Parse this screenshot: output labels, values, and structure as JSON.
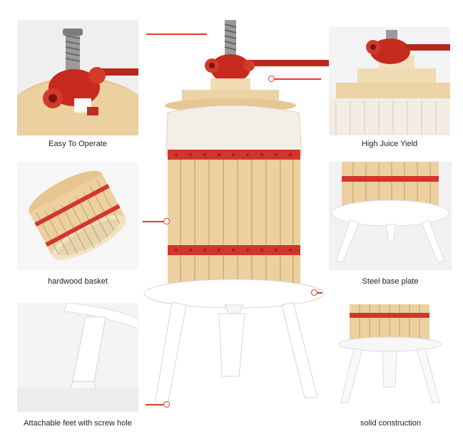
{
  "colors": {
    "accent": "#e23a2a",
    "wood": "#e9cfa0",
    "steel": "#f4f4f4",
    "red": "#c62a1f"
  },
  "captions": {
    "top_left": "Easy To Operate",
    "top_right": "High Juice Yield",
    "mid_left": "hardwood basket",
    "mid_right": "Steel base plate",
    "bottom_left": "Attachable feet with screw hole",
    "bottom_right": "solid construction"
  }
}
